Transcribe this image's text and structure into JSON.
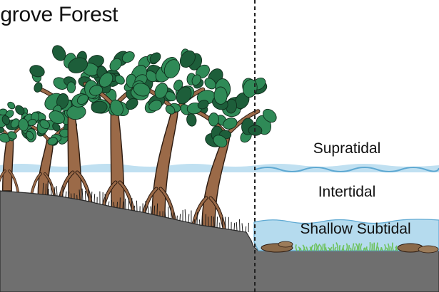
{
  "title": "ngrove Forest",
  "zones": {
    "supratidal": "Supratidal",
    "intertidal": "Intertidal",
    "shallow_subtidal": "Shallow Subtidal"
  },
  "colors": {
    "ground": "#6f6f6f",
    "water": "#b5dbee",
    "water_line": "#5fa9d2",
    "foliage": "#2f8a57",
    "foliage_dark": "#1d5e3a",
    "trunk": "#9b6a48",
    "trunk_outline": "#2b1a10",
    "seagrass": "#6cc15a",
    "rock": "#8a6a4a",
    "divider": "#222222"
  }
}
